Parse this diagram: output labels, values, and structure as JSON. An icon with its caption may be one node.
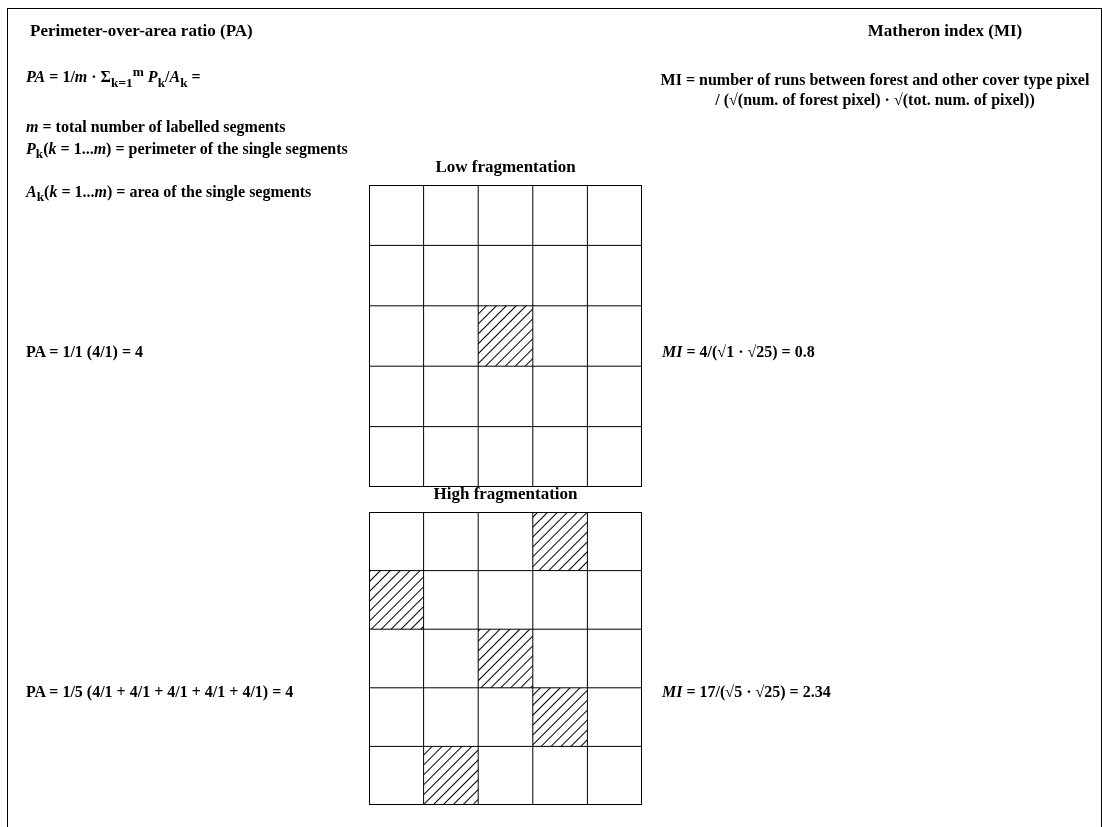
{
  "diagram": {
    "nodes": [
      {
        "text": [
          "Low fragmentation"
        ]
      },
      {
        "text": [
          "High fragmentation"
        ]
      }
    ],
    "labels": [
      "Perimeter-over-area ratio (PA)",
      "Matheron index (MI)",
      "*PA* = 1/*m* · Σ$_{k=1}$$^{m}$ *P*$_{k}$/*A*$_{k}$ =",
      "MI = number of runs between forest and other cover type pixel / (√(num. of forest pixel) · √(tot. num. of pixel))",
      "*m* = total number of labelled segments",
      "*P*$_{k}$(*k* = 1...*m*) = perimeter of the single segments",
      "*A*$_{k}$(*k* = 1...*m*) = area of the single segments",
      "PA = 1/1 (4/1) = 4",
      "*MI* = 4/(√1 · √25) = 0.8",
      "PA = 1/5 (4/1 + 4/1 + 4/1 + 4/1 + 4/1) = 4",
      "*MI* = 17/(√5 · √25) = 2.34"
    ]
  }
}
